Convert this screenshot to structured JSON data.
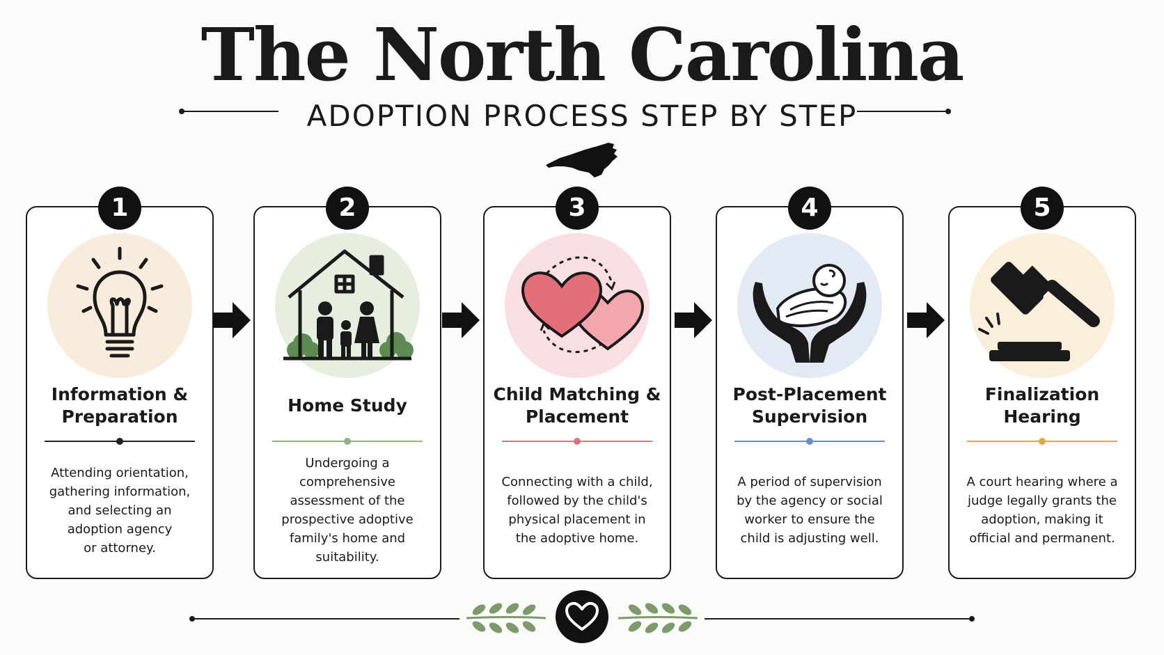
{
  "header": {
    "title": "The North Carolina",
    "subtitle": "ADOPTION PROCESS STEP BY STEP"
  },
  "steps": [
    {
      "number": "1",
      "title": "Information &\nPreparation",
      "description": "Attending orientation,\ngathering information,\nand selecting an\nadoption agency\nor attorney.",
      "icon": "lightbulb-icon",
      "accent": "#222222",
      "circle": "#f8ecdc"
    },
    {
      "number": "2",
      "title": "Home Study",
      "description": "Undergoing a\ncomprehensive\nassessment of the\nprospective adoptive\nfamily's home and\nsuitability.",
      "icon": "house-family-icon",
      "accent": "#8fb381",
      "circle": "#e6eee0"
    },
    {
      "number": "3",
      "title": "Child Matching &\nPlacement",
      "description": "Connecting with a child,\nfollowed by the child's\nphysical placement in\nthe adoptive home.",
      "icon": "two-hearts-icon",
      "accent": "#e0707c",
      "circle": "#f9dfe1"
    },
    {
      "number": "4",
      "title": "Post-Placement\nSupervision",
      "description": "A period of supervision\nby the agency or social\nworker to ensure the\nchild is adjusting well.",
      "icon": "baby-in-hands-icon",
      "accent": "#6b8fc9",
      "circle": "#e3eaf4"
    },
    {
      "number": "5",
      "title": "Finalization\nHearing",
      "description": "A court hearing where a\njudge legally grants the\nadoption, making it\nofficial and permanent.",
      "icon": "gavel-icon",
      "accent": "#e2a93a",
      "circle": "#fbefdc"
    }
  ],
  "decor": {
    "state_icon": "north-carolina-map-icon",
    "footer_icon": "heart-icon",
    "laurel_icon": "laurel-icon",
    "arrow_icon": "arrow-right-icon",
    "laurel_color": "#7d9a6b"
  }
}
